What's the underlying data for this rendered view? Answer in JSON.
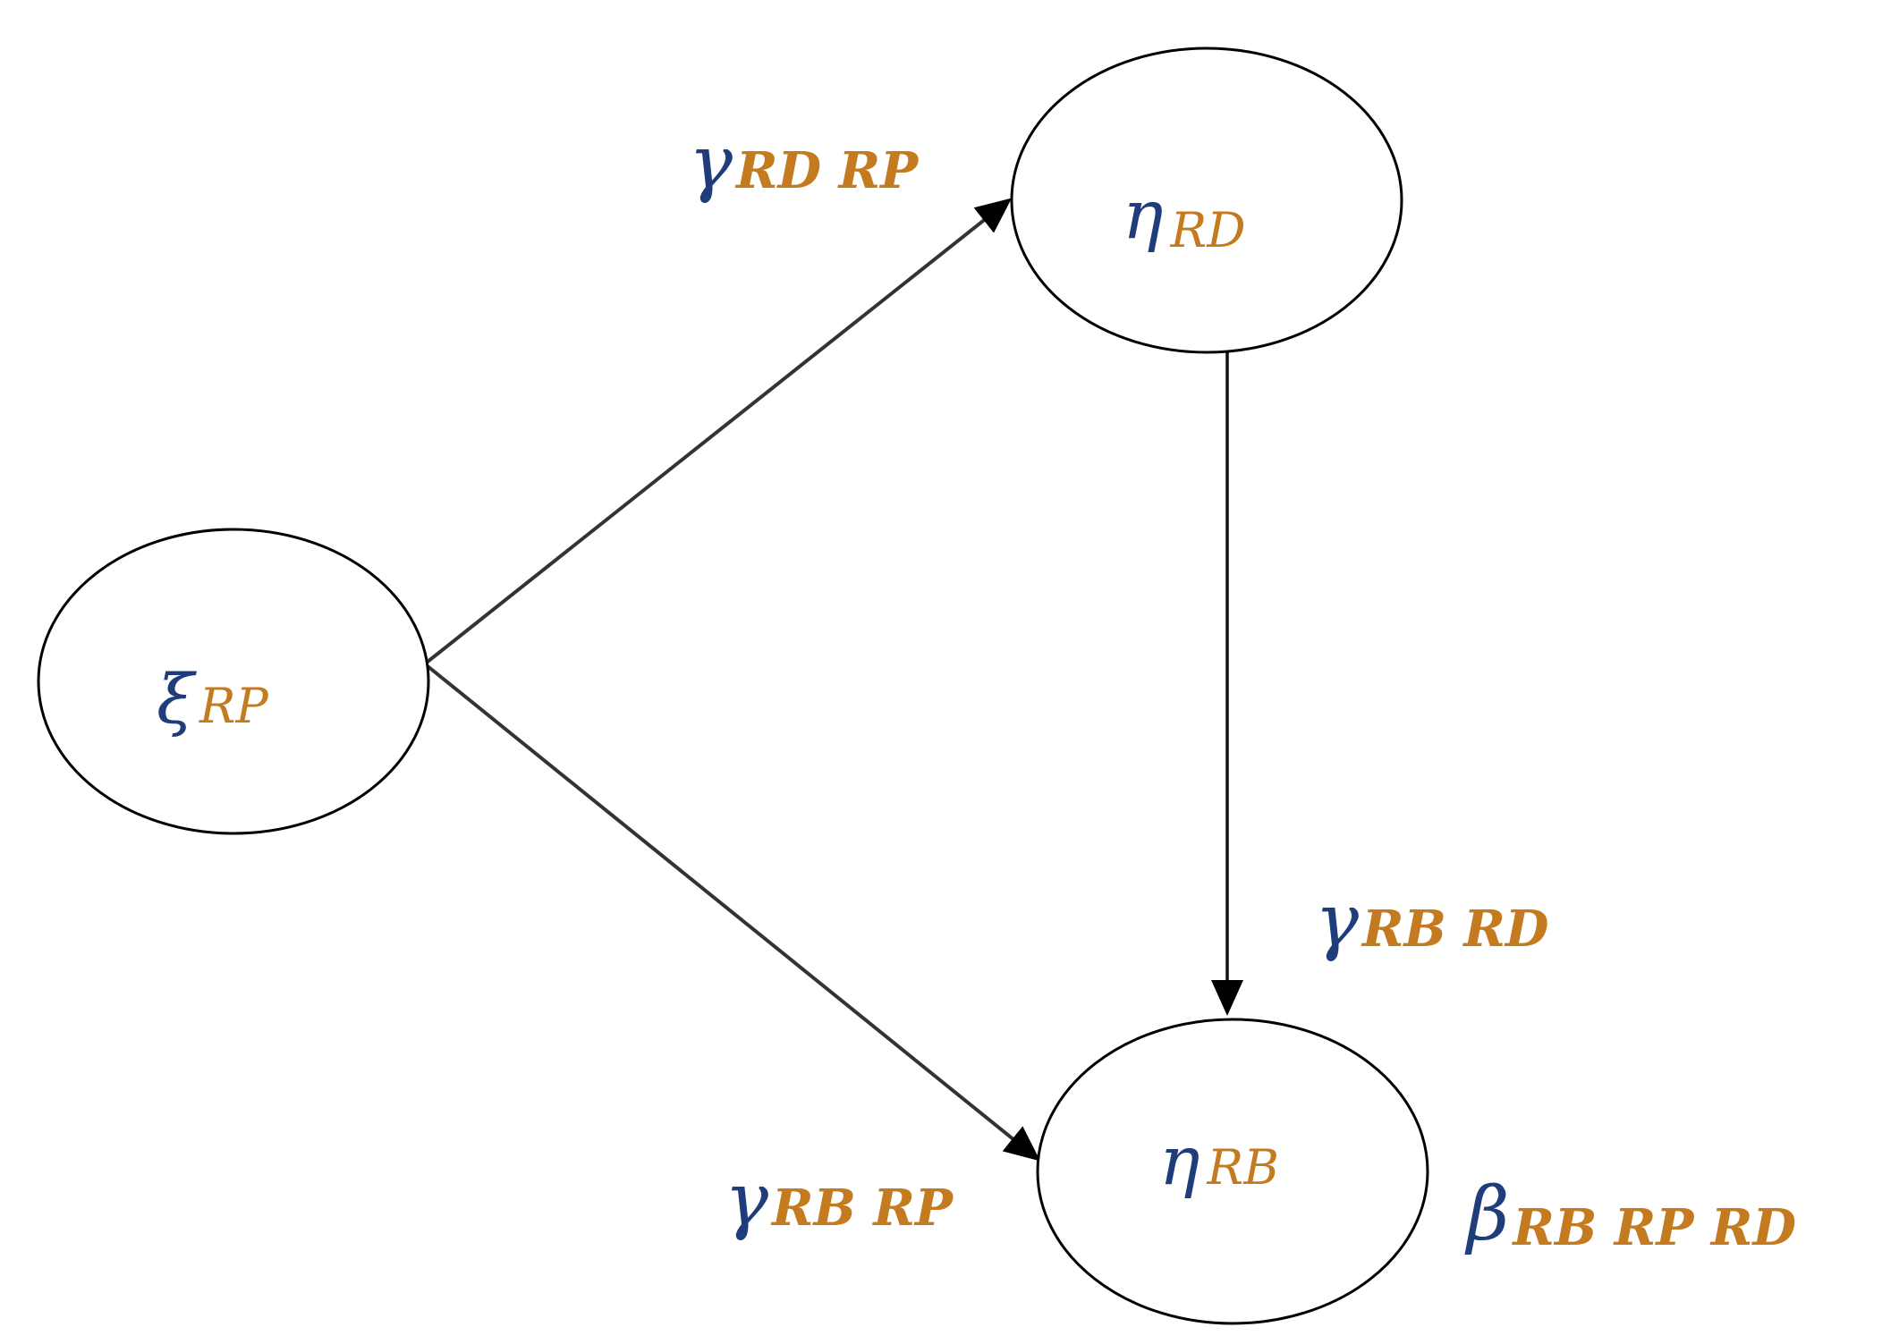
{
  "colors": {
    "greek_letter": "#1f3d7a",
    "subscript": "#c47a1f",
    "stroke": "#000000"
  },
  "nodes": {
    "rp": {
      "symbol": "ξ",
      "subscript": "RP"
    },
    "rd": {
      "symbol": "η",
      "subscript": "RD"
    },
    "rb": {
      "symbol": "η",
      "subscript": "RB"
    }
  },
  "edge_labels": {
    "rd_rp": {
      "symbol": "γ",
      "subscript": "RD RP"
    },
    "rb_rd": {
      "symbol": "γ",
      "subscript": "RB RD"
    },
    "rb_rp": {
      "symbol": "γ",
      "subscript": "RB RP"
    },
    "rb_rp_rd": {
      "symbol": "β",
      "subscript": "RB RP RD"
    }
  }
}
